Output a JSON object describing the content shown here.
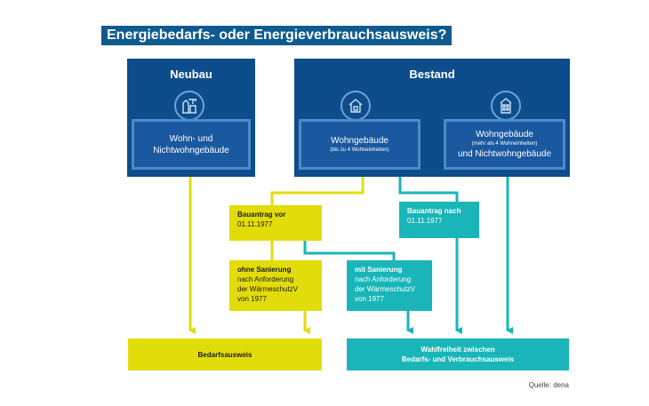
{
  "title": "Energiebedarfs- oder Energieverbrauchsausweis?",
  "neubau": {
    "header": "Neubau",
    "icon": "building-crane-icon",
    "box_line1": "Wohn- und",
    "box_line2": "Nichtwohngebäude"
  },
  "bestand": {
    "header": "Bestand",
    "left": {
      "icon": "small-house-icon",
      "line1": "Wohngebäude",
      "line2": "(bis zu 4 Wohneinheiten)"
    },
    "right": {
      "icon": "apartment-house-icon",
      "line1": "Wohngebäude",
      "line2": "(mehr als 4 Wohneinheiten)",
      "line3": "und Nichtwohngebäude"
    }
  },
  "bauantrag_vor": {
    "line1": "Bauantrag vor",
    "line2": "01.11.1977"
  },
  "bauantrag_nach": {
    "line1": "Bauantrag nach",
    "line2": "01.11.1977"
  },
  "ohne_sanierung": {
    "line1": "ohne Sanierung",
    "line2": "nach Anforderung",
    "line3": "der WärmeschutzV",
    "line4": "von 1977"
  },
  "mit_sanierung": {
    "line1": "mit Sanierung",
    "line2": "nach Anforderung",
    "line3": "der WärmeschutzV",
    "line4": "von 1977"
  },
  "result_bedarf": "Bedarfsausweis",
  "result_wahl": {
    "line1": "Wahlfreiheit zwischen",
    "line2": "Bedarfs- und Verbrauchsausweis"
  },
  "source": "Quelle: dena",
  "colors": {
    "dark_blue": "#0d4d8b",
    "yellow": "#e2dd0a",
    "teal": "#1ab5b8"
  }
}
